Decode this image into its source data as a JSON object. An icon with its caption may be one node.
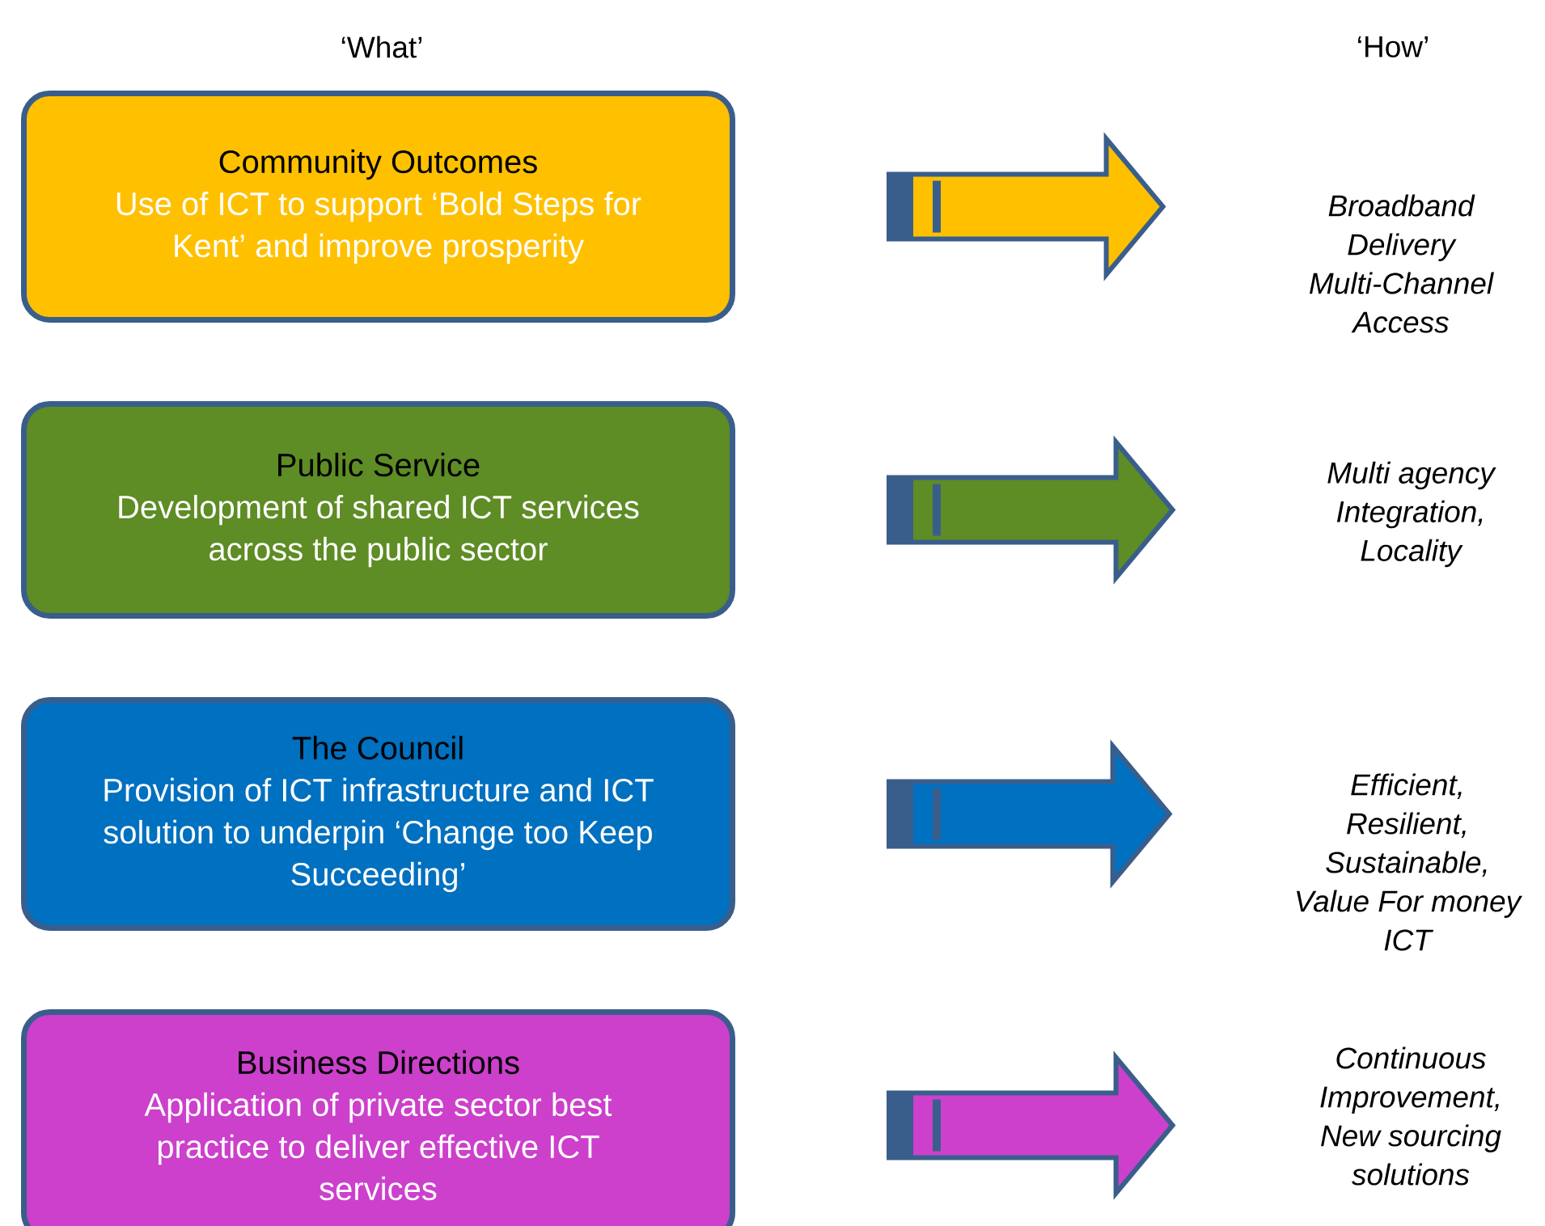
{
  "diagram": {
    "nodes": [
      {
        "text": [
          "Community Outcomes",
          "Use of ICT to support ‘Bold Steps for Kent’ and improve prosperity"
        ]
      },
      {
        "text": [
          "Public Service",
          "Development of shared ICT services across the public sector"
        ]
      },
      {
        "text": [
          "The Council",
          "Provision of ICT infrastructure and ICT solution to underpin ‘Change too Keep Succeeding’"
        ]
      },
      {
        "text": [
          "Business Directions",
          "Application of private sector best practice to deliver effective ICT services"
        ]
      },
      {
        "text": [
          "Broadband Delivery",
          "Multi-Channel Access"
        ]
      },
      {
        "text": [
          "Multi agency Integration, Locality"
        ]
      },
      {
        "text": [
          "Efficient, Resilient, Sustainable, Value For money ICT"
        ]
      },
      {
        "text": [
          "Continuous Improvement, New sourcing solutions"
        ]
      }
    ],
    "edges": [
      {
        "from": 0,
        "to": 4,
        "arrow": "to",
        "color": "#ffc000"
      },
      {
        "from": 1,
        "to": 5,
        "arrow": "to",
        "color": "#5e8c25"
      },
      {
        "from": 2,
        "to": 6,
        "arrow": "to",
        "color": "#0070c0"
      },
      {
        "from": 3,
        "to": 7,
        "arrow": "to",
        "color": "#cc40cc"
      }
    ],
    "labels": [
      "‘What’",
      "‘How’"
    ]
  }
}
